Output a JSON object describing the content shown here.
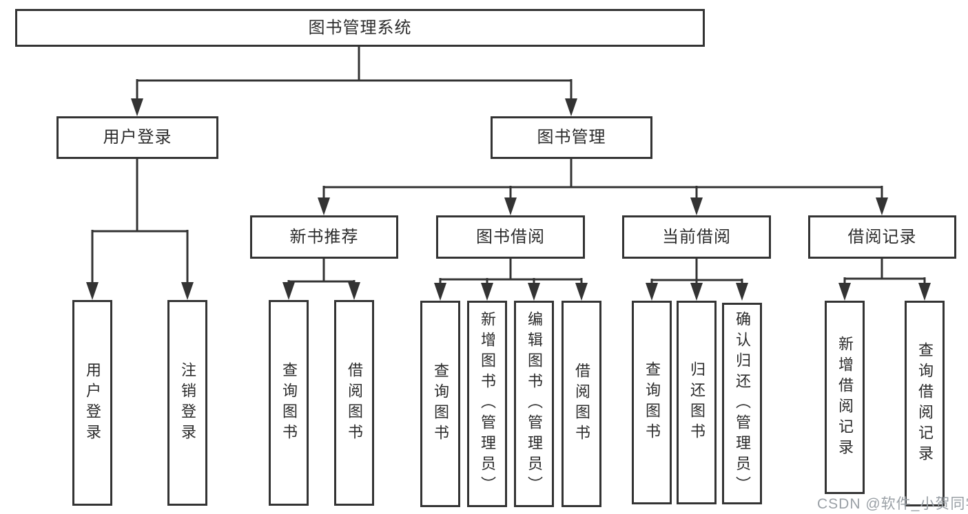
{
  "title": "图书管理系统",
  "watermark": "CSDN @软件_小贺同学",
  "colors": {
    "line": "#333333",
    "box_border": "#333333",
    "text": "#2b2b2b",
    "watermark": "#9aa0a6",
    "background": "#ffffff"
  },
  "nodes": {
    "root": "图书管理系统",
    "user_login": "用户登录",
    "book_mgmt": "图书管理",
    "new_book_rec": "新书推荐",
    "book_borrow": "图书借阅",
    "current_borrow": "当前借阅",
    "borrow_record": "借阅记录",
    "ul_login": "用户登录",
    "ul_logout": "注销登录",
    "nbr_query": "查询图书",
    "nbr_borrow": "借阅图书",
    "bb_query": "查询图书",
    "bb_add": "新增图书（管理员）",
    "bb_edit": "编辑图书（管理员）",
    "bb_borrow": "借阅图书",
    "cb_query": "查询图书",
    "cb_return": "归还图书",
    "cb_confirm": "确认归还（管理员）",
    "br_add": "新增借阅记录",
    "br_query": "查询借阅记录"
  },
  "hierarchy": {
    "label": "图书管理系统",
    "children": [
      {
        "label": "用户登录",
        "children": [
          {
            "label": "用户登录"
          },
          {
            "label": "注销登录"
          }
        ]
      },
      {
        "label": "图书管理",
        "children": [
          {
            "label": "新书推荐",
            "children": [
              {
                "label": "查询图书"
              },
              {
                "label": "借阅图书"
              }
            ]
          },
          {
            "label": "图书借阅",
            "children": [
              {
                "label": "查询图书"
              },
              {
                "label": "新增图书（管理员）"
              },
              {
                "label": "编辑图书（管理员）"
              },
              {
                "label": "借阅图书"
              }
            ]
          },
          {
            "label": "当前借阅",
            "children": [
              {
                "label": "查询图书"
              },
              {
                "label": "归还图书"
              },
              {
                "label": "确认归还（管理员）"
              }
            ]
          },
          {
            "label": "借阅记录",
            "children": [
              {
                "label": "新增借阅记录"
              },
              {
                "label": "查询借阅记录"
              }
            ]
          }
        ]
      }
    ]
  }
}
